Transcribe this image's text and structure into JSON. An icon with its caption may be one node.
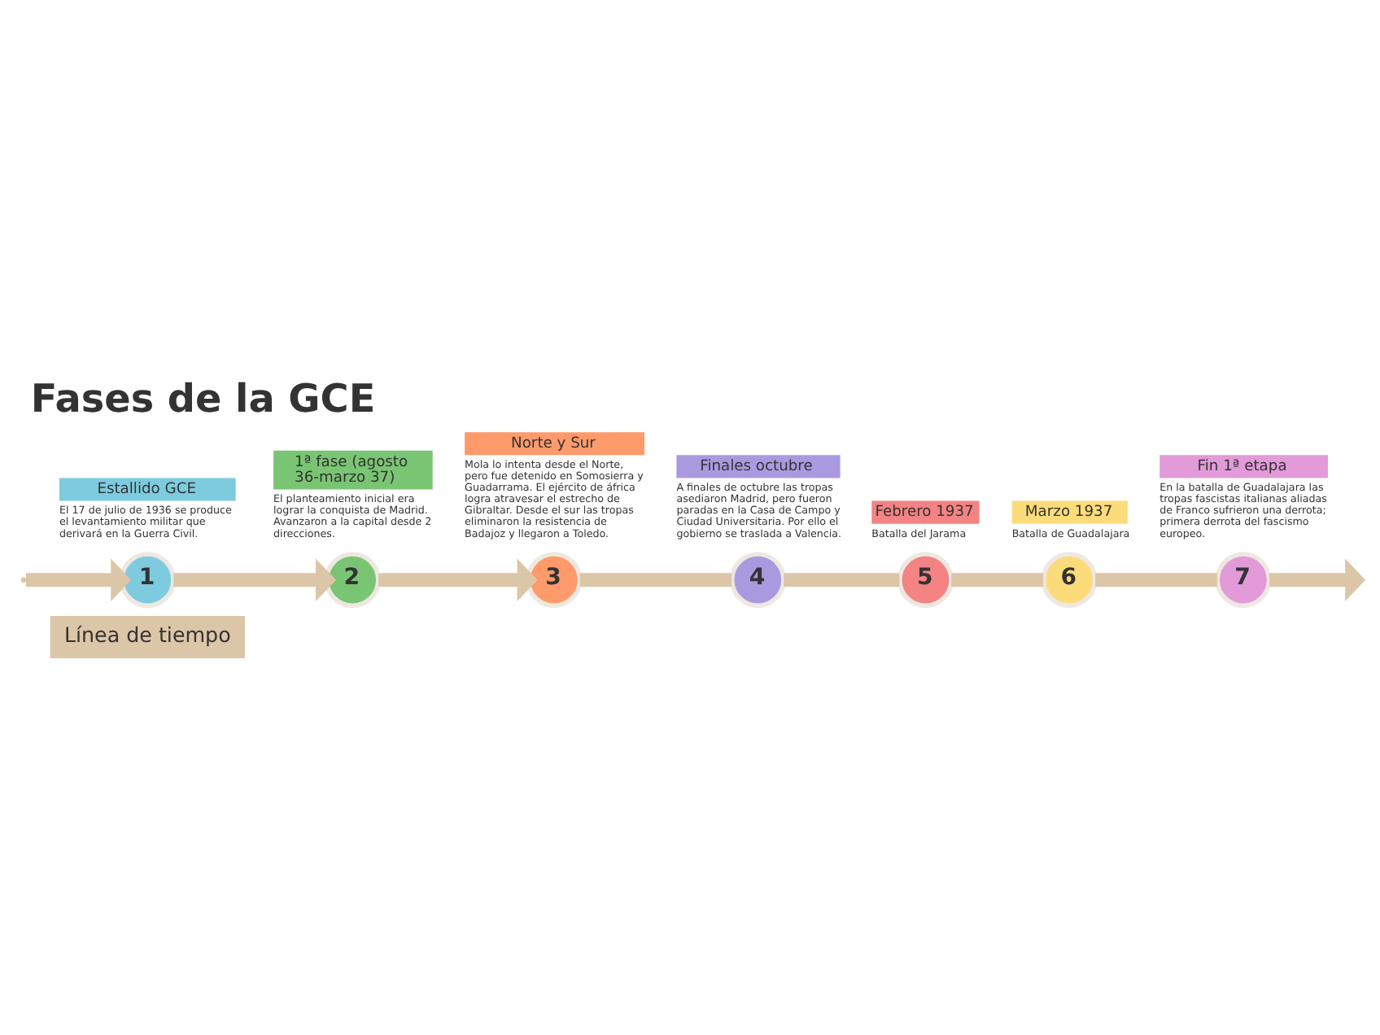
{
  "diagram": {
    "title": "Fases de la GCE",
    "nodes": [
      {
        "text": [
          "Línea de tiempo"
        ]
      },
      {
        "text": [
          "1"
        ]
      },
      {
        "text": [
          "Estallido GCE"
        ],
        "beside": [
          "El 17 de julio de 1936 se produce el levantamiento militar que derivará en la Guerra Civil."
        ]
      },
      {
        "text": [
          "2"
        ]
      },
      {
        "text": [
          "1ª fase (agosto 36-marzo 37)"
        ],
        "beside": [
          "El planteamiento inicial era lograr la conquista de Madrid. Avanzaron a la capital desde 2 direcciones."
        ]
      },
      {
        "text": [
          "3"
        ]
      },
      {
        "text": [
          "Norte y Sur"
        ],
        "beside": [
          "Mola lo intenta desde el Norte, pero fue detenido en Somosierra y Guadarrama. El ejército de áfrica logra atravesar el estrecho de Gibraltar. Desde el sur las tropas eliminaron la resistencia de Badajoz y llegaron a Toledo."
        ]
      },
      {
        "text": [
          "4"
        ]
      },
      {
        "text": [
          "Finales octubre"
        ],
        "beside": [
          "A finales de octubre las tropas asediaron Madrid, pero fueron paradas en la Casa de Campo y Ciudad Universitaria. Por ello el gobierno se traslada a Valencia."
        ]
      },
      {
        "text": [
          "5"
        ]
      },
      {
        "text": [
          "Febrero 1937"
        ],
        "beside": [
          "Batalla del Jarama"
        ]
      },
      {
        "text": [
          "6"
        ]
      },
      {
        "text": [
          "Marzo 1937"
        ],
        "beside": [
          "Batalla de Guadalajara"
        ]
      },
      {
        "text": [
          "7"
        ]
      },
      {
        "text": [
          "Fin 1ª etapa"
        ],
        "beside": [
          "En la batalla de Guadalajara las tropas fascistas italianas aliadas de Franco sufrieron una derrota; primera derrota del fascismo europeo."
        ]
      }
    ],
    "edges": [
      {
        "from": null,
        "to": 1,
        "arrow": "to"
      },
      {
        "from": 1,
        "to": 3,
        "arrow": "to"
      },
      {
        "from": 3,
        "to": 5,
        "arrow": "to"
      },
      {
        "from": 5,
        "to": 7,
        "arrow": "none"
      },
      {
        "from": 7,
        "to": 9,
        "arrow": "none"
      },
      {
        "from": 9,
        "to": 11,
        "arrow": "none"
      },
      {
        "from": 11,
        "to": 13,
        "arrow": "none"
      },
      {
        "from": 13,
        "to": null,
        "arrow": "to"
      }
    ]
  }
}
